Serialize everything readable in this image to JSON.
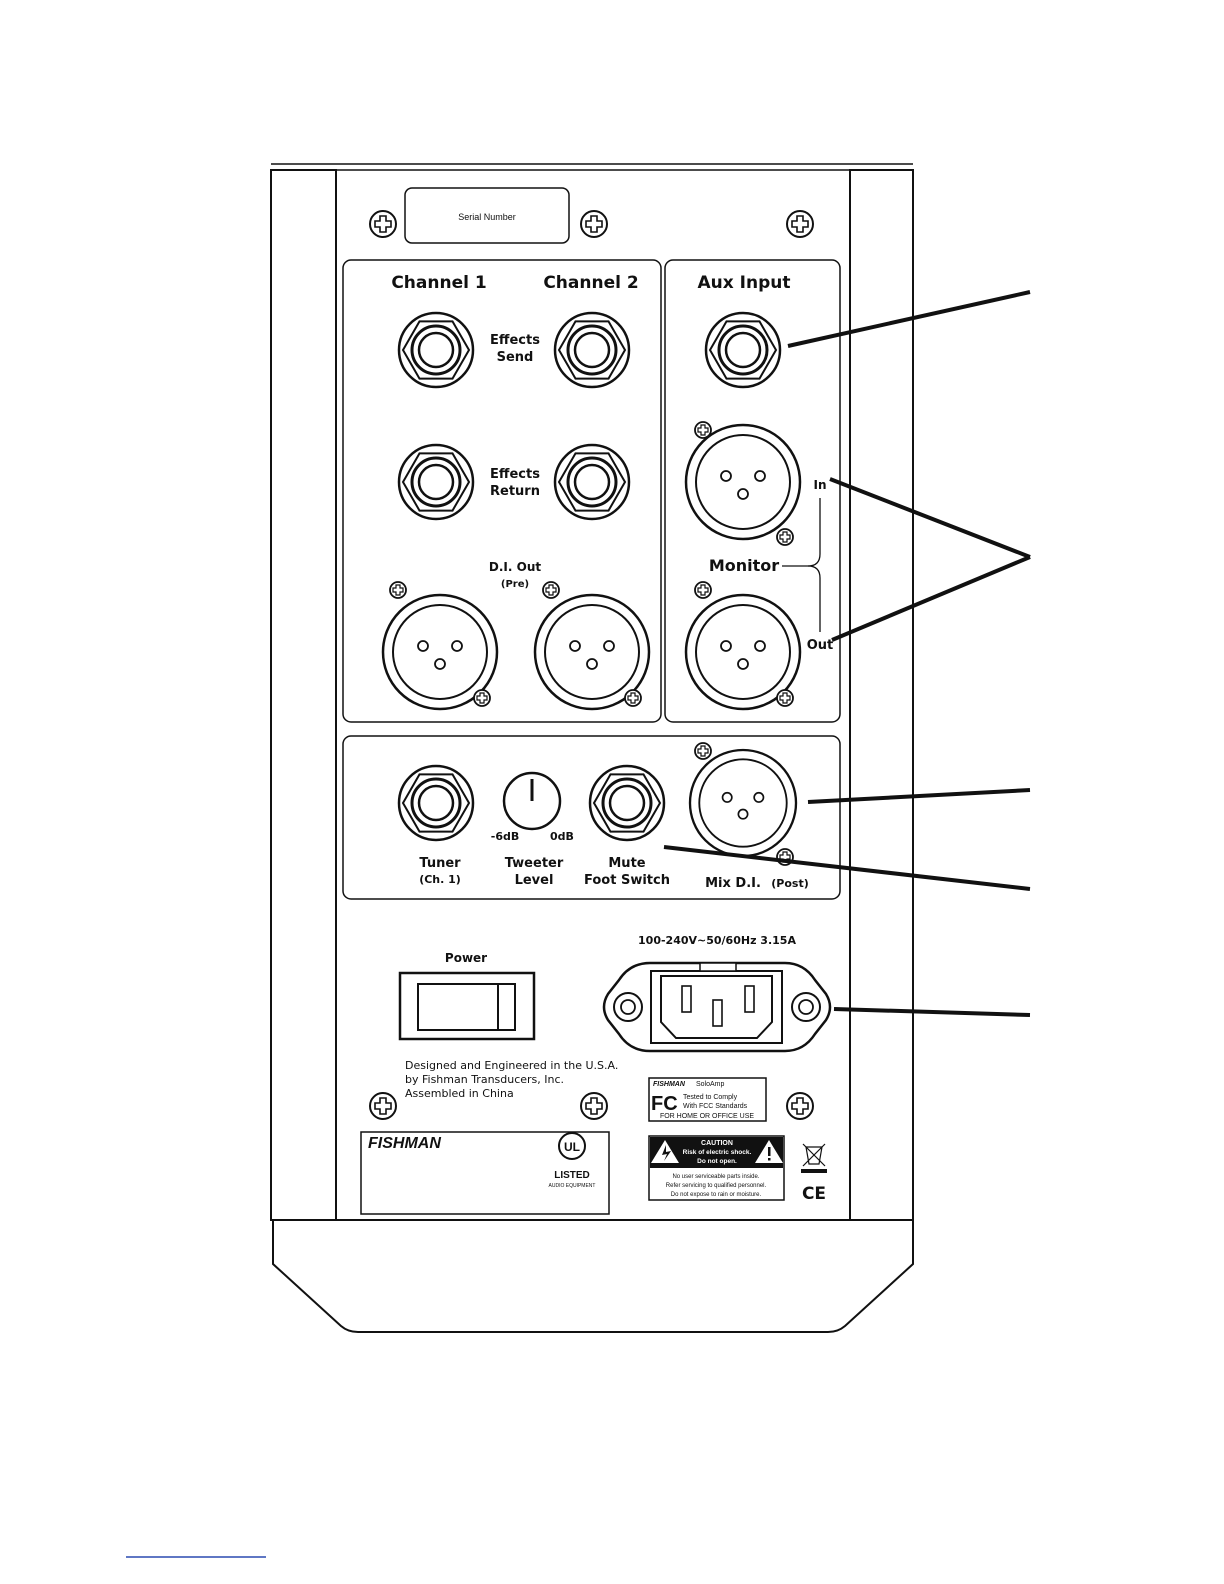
{
  "serial": {
    "label": "Serial Number"
  },
  "channels": {
    "ch1": "Channel 1",
    "ch2": "Channel 2",
    "aux": "Aux Input"
  },
  "effects": {
    "send": [
      "Effects",
      "Send"
    ],
    "return": [
      "Effects",
      "Return"
    ]
  },
  "di_out": {
    "title": "D.I. Out",
    "sub": "(Pre)"
  },
  "monitor": {
    "label": "Monitor",
    "in": "In",
    "out": "Out"
  },
  "lower_row": {
    "tuner": [
      "Tuner",
      "(Ch. 1)"
    ],
    "tweeter_scale": [
      "-6dB",
      "0dB"
    ],
    "tweeter": [
      "Tweeter",
      "Level"
    ],
    "mute": [
      "Mute",
      "Foot Switch"
    ],
    "mix_di": "Mix D.I.",
    "mix_di_post": "(Post)"
  },
  "power": {
    "label": "Power",
    "rating": "100-240V~50/60Hz 3.15A"
  },
  "credits": [
    "Designed and Engineered in the U.S.A.",
    "by Fishman Transducers, Inc.",
    "Assembled in China"
  ],
  "fcc": {
    "brand": "FISHMAN",
    "model": "SoloAmp",
    "logo": "FC",
    "line1": "Tested to Comply",
    "line2": "With FCC Standards",
    "line3": "FOR HOME OR OFFICE USE"
  },
  "brand_plate": {
    "brand": "FISHMAN",
    "ul_logo": "UL",
    "listed": "LISTED",
    "equipment": "AUDIO EQUIPMENT"
  },
  "caution": {
    "title": "CAUTION",
    "line1": "Risk of electric shock.",
    "line2": "Do not open.",
    "body": [
      "No user serviceable parts inside.",
      "Refer servicing to qualified personnel.",
      "Do not expose to rain or moisture."
    ]
  },
  "ce_mark": "CE",
  "colors": {
    "ink": "#111111",
    "background": "#ffffff"
  }
}
